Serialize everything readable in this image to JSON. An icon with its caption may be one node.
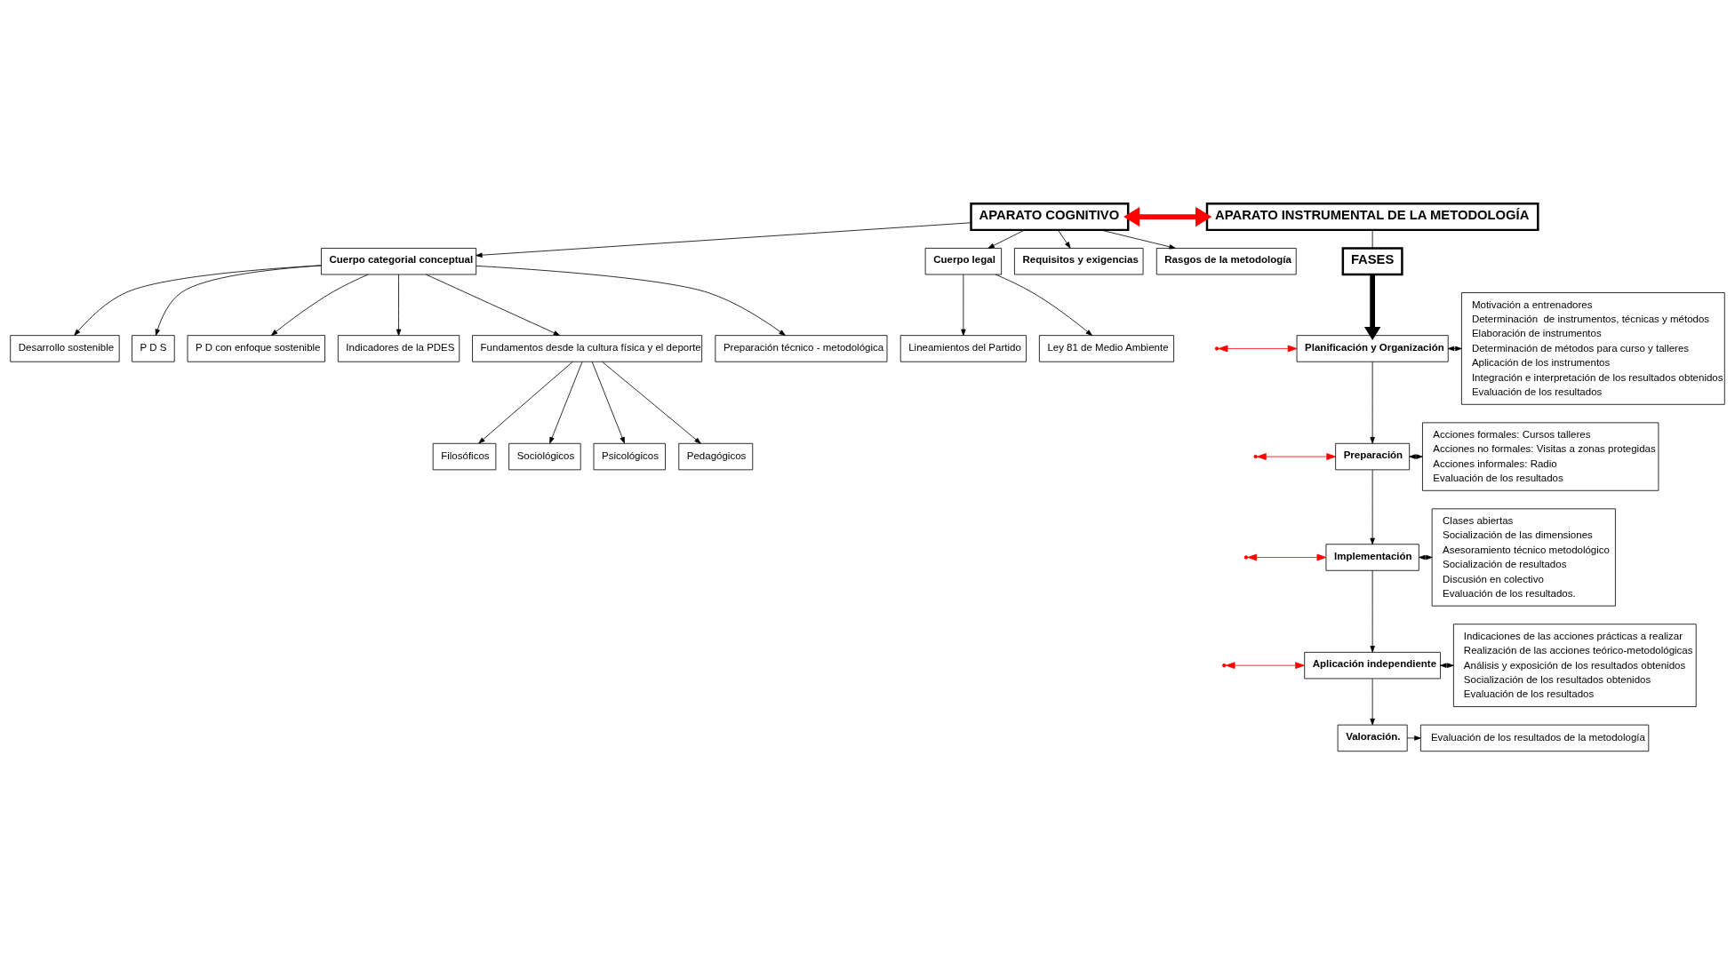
{
  "diagram": {
    "nodes": [
      {
        "text": [
          "APARATO COGNITIVO"
        ]
      },
      {
        "text": [
          "APARATO INSTRUMENTAL DE LA METODOLOGÍA"
        ]
      },
      {
        "text": [
          "Cuerpo categorial conceptual"
        ]
      },
      {
        "text": [
          "Fundamentos desde la cultura física y el deporte"
        ]
      },
      {
        "text": [
          "Filosóficos"
        ]
      },
      {
        "text": [
          "Sociológicos"
        ]
      },
      {
        "text": [
          "Psicológicos"
        ]
      },
      {
        "text": [
          "Pedagógicos"
        ]
      },
      {
        "text": [
          "Preparación técnico - metodológica"
        ]
      },
      {
        "text": [
          "Desarrollo sostenible"
        ]
      },
      {
        "text": [
          "P D S"
        ]
      },
      {
        "text": [
          "P D con enfoque sostenible"
        ]
      },
      {
        "text": [
          "Indicadores de la PDES"
        ]
      },
      {
        "text": [
          "Cuerpo legal"
        ]
      },
      {
        "text": [
          "Lineamientos del Partido"
        ]
      },
      {
        "text": [
          "Ley 81 de Medio Ambiente"
        ]
      },
      {
        "text": [
          "Requisitos y exigencias"
        ]
      },
      {
        "text": [
          "Rasgos de la metodología"
        ]
      },
      {
        "text": [
          "FASES"
        ]
      },
      {
        "text": [
          "Planificación y Organización"
        ]
      },
      {
        "text": [
          "Motivación a entrenadores",
          "Determinación  de instrumentos, técnicas y métodos",
          "Elaboración de instrumentos",
          "Determinación de métodos para curso y talleres",
          "Aplicación de los instrumentos",
          "Integración e interpretación de los resultados obtenidos",
          "Evaluación de los resultados"
        ]
      },
      {
        "text": [
          "Preparación"
        ]
      },
      {
        "text": [
          "Acciones formales: Cursos talleres",
          "Acciones no formales: Visitas a zonas protegidas",
          "Acciones informales: Radio",
          "Evaluación de los resultados"
        ]
      },
      {
        "text": [
          "Implementación"
        ]
      },
      {
        "text": [
          "Clases abiertas",
          "Socialización de las dimensiones",
          "Asesoramiento técnico metodológico",
          "Socialización de resultados",
          "Discusión en colectivo",
          "Evaluación de los resultados."
        ]
      },
      {
        "text": [
          "Aplicación independiente"
        ]
      },
      {
        "text": [
          "Indicaciones de las acciones prácticas a realizar",
          "Realización de las acciones teórico-metodológicas",
          "Análisis y exposición de los resultados obtenidos",
          "Socialización de los resultados obtenidos",
          "Evaluación de los resultados"
        ]
      },
      {
        "text": [
          "Valoración."
        ]
      },
      {
        "text": [
          "Evaluación de los resultados de la metodología"
        ]
      }
    ],
    "edges": [
      {
        "from": 0,
        "to": 1,
        "arrow": "both",
        "color": "#ff0000",
        "style": "thick"
      },
      {
        "from": 0,
        "to": 2,
        "arrow": "to"
      },
      {
        "from": 0,
        "to": 13,
        "arrow": "to"
      },
      {
        "from": 0,
        "to": 16,
        "arrow": "to"
      },
      {
        "from": 0,
        "to": 17,
        "arrow": "to"
      },
      {
        "from": 2,
        "to": 3,
        "arrow": "to"
      },
      {
        "from": 3,
        "to": 4,
        "arrow": "to"
      },
      {
        "from": 3,
        "to": 5,
        "arrow": "to"
      },
      {
        "from": 3,
        "to": 6,
        "arrow": "to"
      },
      {
        "from": 3,
        "to": 7,
        "arrow": "to"
      },
      {
        "from": 2,
        "to": 8,
        "arrow": "to"
      },
      {
        "from": 2,
        "to": 9,
        "arrow": "to"
      },
      {
        "from": 2,
        "to": 10,
        "arrow": "to"
      },
      {
        "from": 2,
        "to": 11,
        "arrow": "to"
      },
      {
        "from": 2,
        "to": 12,
        "arrow": "to"
      },
      {
        "from": 13,
        "to": 14,
        "arrow": "to"
      },
      {
        "from": 13,
        "to": 15,
        "arrow": "to"
      },
      {
        "from": 1,
        "to": 18,
        "arrow": "none"
      },
      {
        "from": 18,
        "to": 19,
        "arrow": "to",
        "style": "thick"
      },
      {
        "from": 19,
        "to": 21,
        "arrow": "to"
      },
      {
        "from": 21,
        "to": 23,
        "arrow": "to"
      },
      {
        "from": 23,
        "to": 25,
        "arrow": "to"
      },
      {
        "from": 25,
        "to": 27,
        "arrow": "to"
      },
      {
        "from": 19,
        "to": 20,
        "arrow": "both"
      },
      {
        "from": 21,
        "to": 22,
        "arrow": "both"
      },
      {
        "from": 23,
        "to": 24,
        "arrow": "both"
      },
      {
        "from": 25,
        "to": 26,
        "arrow": "both"
      },
      {
        "from": 27,
        "to": 28,
        "arrow": "to"
      },
      {
        "from": null,
        "to": 19,
        "arrow": "both",
        "color": "#ff0000"
      },
      {
        "from": null,
        "to": 21,
        "arrow": "both",
        "color": "#ff0000"
      },
      {
        "from": null,
        "to": 23,
        "arrow": "both",
        "color": "#ff0000"
      },
      {
        "from": null,
        "to": 25,
        "arrow": "both",
        "color": "#ff0000"
      }
    ]
  }
}
